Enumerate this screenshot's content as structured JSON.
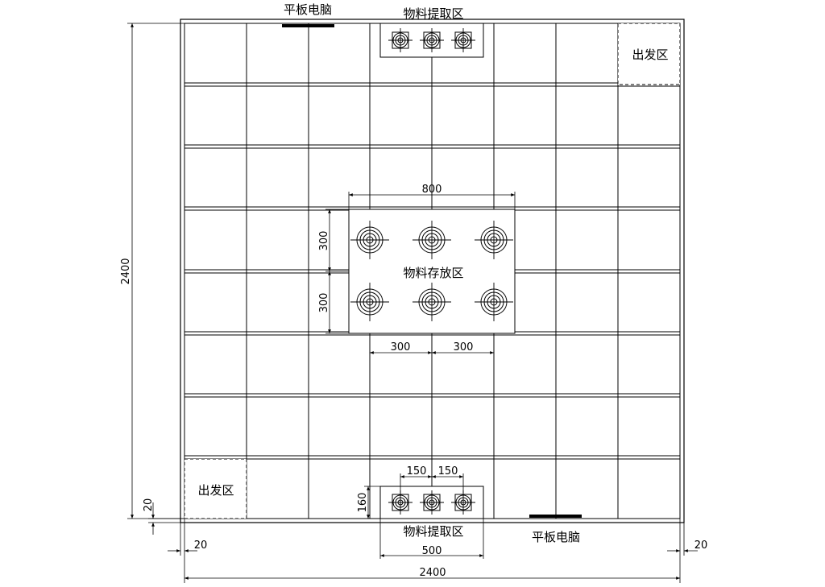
{
  "labels": {
    "tablet_top": "平板电脑",
    "tablet_bottom": "平板电脑",
    "pickup_top": "物料提取区",
    "pickup_bottom": "物料提取区",
    "start_top_right": "出发区",
    "start_bottom_left": "出发区",
    "storage": "物料存放区"
  },
  "dimensions": {
    "overall_width": "2400",
    "overall_height": "2400",
    "storage_width": "800",
    "storage_row_upper": "300",
    "storage_row_lower": "300",
    "storage_col_left": "300",
    "storage_col_right": "300",
    "pickup_spacing_left": "150",
    "pickup_spacing_right": "150",
    "pickup_depth": "160",
    "pickup_width": "500",
    "offset_left": "20",
    "offset_right": "20",
    "offset_bottom": "20"
  },
  "colors": {
    "line": "#000000",
    "background": "#ffffff"
  }
}
